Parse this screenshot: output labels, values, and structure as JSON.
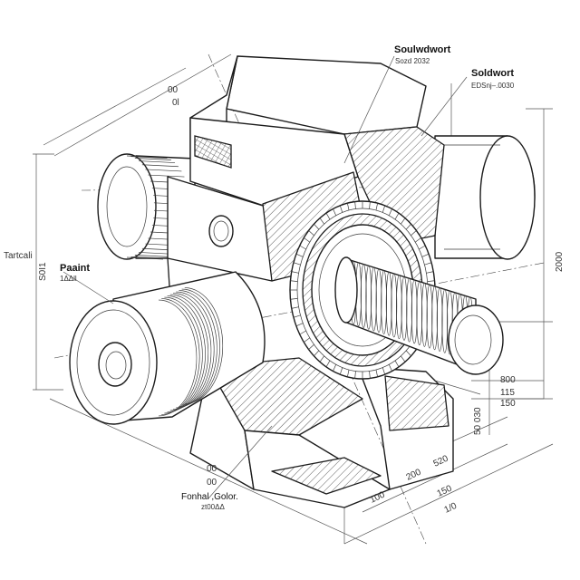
{
  "labels": {
    "title_main": "Soulwdwort",
    "title_main_sub": "Sozd 2032",
    "title_right": "Soldwort",
    "title_right_sub": "EDSnj–.0030",
    "left_label": "Tartcali",
    "part_label": "Paaint",
    "part_label_sub": "1ΔΔll",
    "footer_label": "Fonhal ,Golor.",
    "footer_sub": "zt00ΔΔ"
  },
  "dimensions": {
    "top_00": "00",
    "top_0": "0l",
    "left_vertical": "S0I1",
    "right_vertical": "2000",
    "bottom_0": "00",
    "bottom_00": "00",
    "r_800": "800",
    "r_115": "115",
    "r_150": "150",
    "r_500": "50 030",
    "b_100": "100",
    "b_200": "200",
    "b_520": "520",
    "b_150": "150",
    "b_10": "1/0"
  }
}
